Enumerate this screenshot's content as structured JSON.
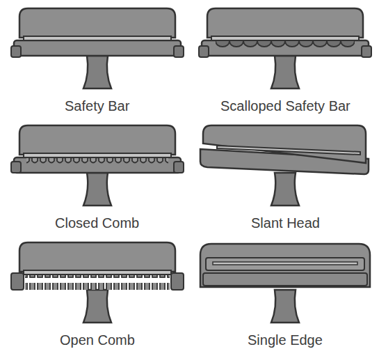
{
  "diagram": {
    "labels": [
      "Safety Bar",
      "Scalloped Safety Bar",
      "Closed Comb",
      "Slant Head",
      "Open Comb",
      "Single Edge"
    ]
  }
}
